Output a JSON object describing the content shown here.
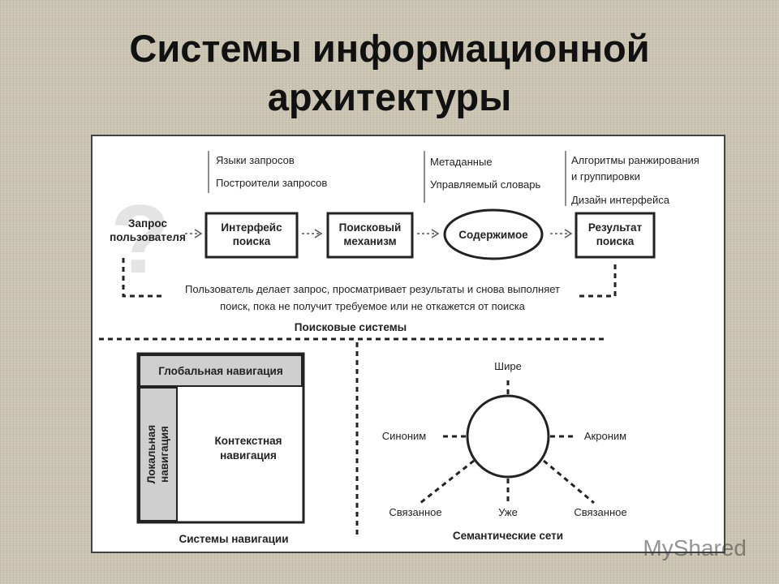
{
  "slide": {
    "title_line1": "Системы информационной",
    "title_line2": "архитектуры"
  },
  "search": {
    "query_line1": "Запрос",
    "query_line2": "пользователя",
    "interface_line1": "Интерфейс",
    "interface_line2": "поиска",
    "engine_line1": "Поисковый",
    "engine_line2": "механизм",
    "content": "Содержимое",
    "result_line1": "Результат",
    "result_line2": "поиска",
    "notes_interface": [
      "Языки запросов",
      "Построители запросов"
    ],
    "notes_content": [
      "Метаданные",
      "Управляемый словарь"
    ],
    "notes_result": [
      "Алгоритмы ранжирования",
      "и группировки",
      "Дизайн интерфейса"
    ],
    "loop_line1": "Пользователь делает запрос, просматривает результаты и снова выполняет",
    "loop_line2": "поиск, пока не получит требуемое или не откажется от поиска",
    "caption": "Поисковые системы"
  },
  "navigation": {
    "global": "Глобальная навигация",
    "local_line1": "Локальная",
    "local_line2": "навигация",
    "context_line1": "Контекстная",
    "context_line2": "навигация",
    "caption": "Системы навигации"
  },
  "semantic": {
    "broader": "Шире",
    "synonym": "Синоним",
    "acronym": "Акроним",
    "related_left": "Связанное",
    "narrower": "Уже",
    "related_right": "Связанное",
    "caption": "Семантические сети"
  },
  "watermark": "MyShared"
}
